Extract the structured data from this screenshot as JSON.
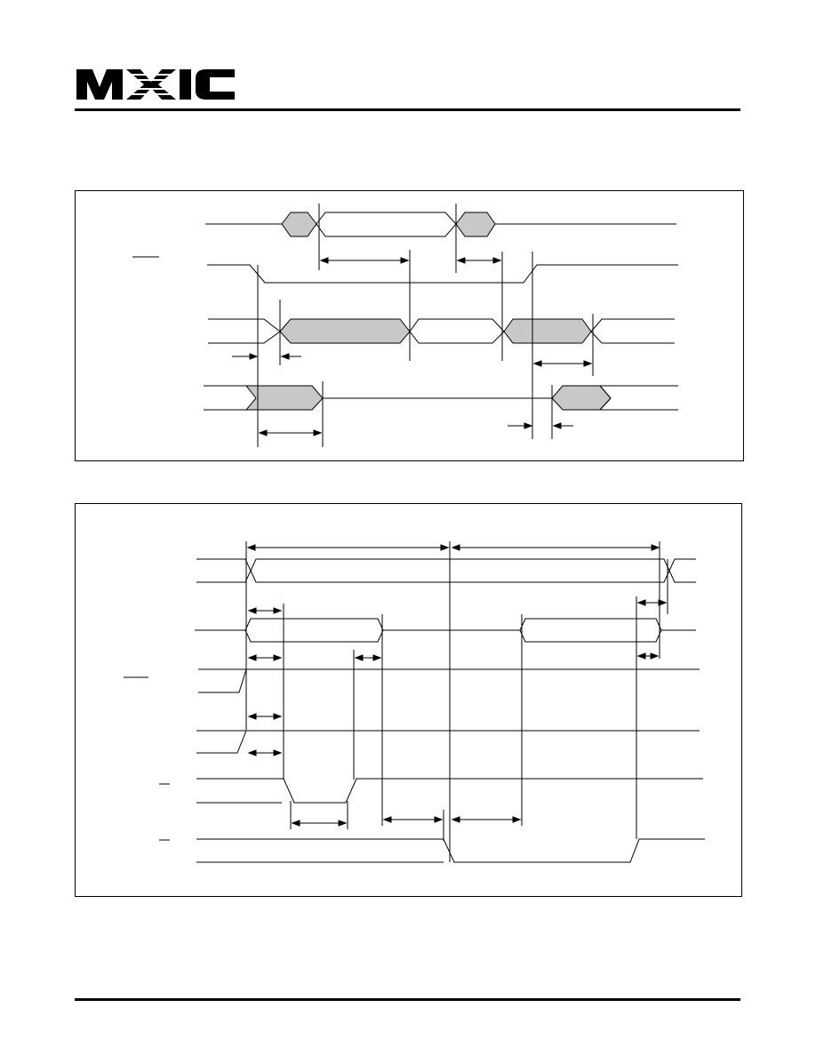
{
  "logo": {
    "text": "MXIC",
    "color": "#000000"
  },
  "colors": {
    "fill": "#c8c8c8",
    "stroke": "#000000"
  },
  "diagram_1": {
    "name": "timing-diagram-1"
  },
  "diagram_2": {
    "name": "timing-diagram-2"
  }
}
